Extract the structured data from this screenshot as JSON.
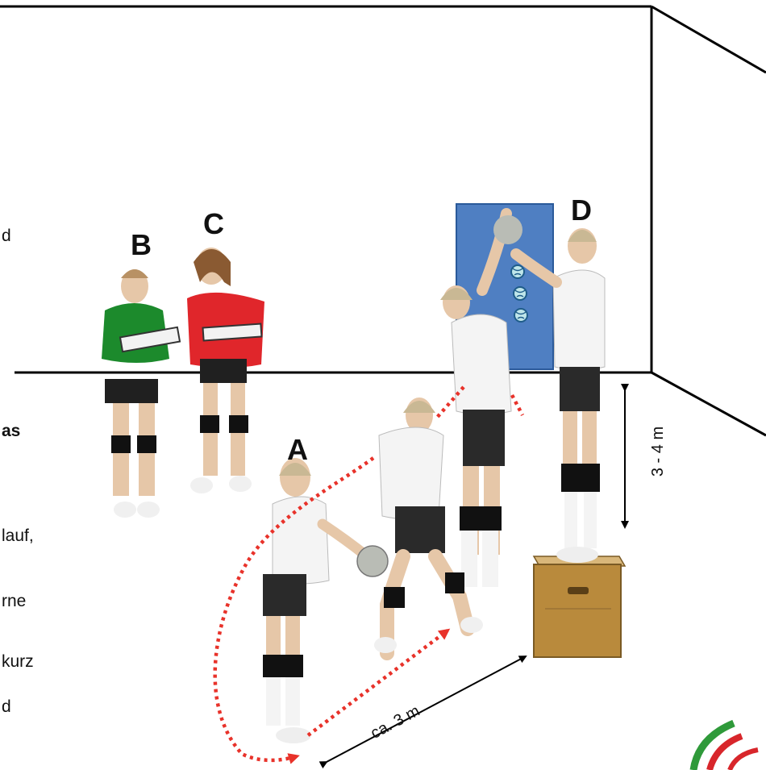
{
  "labels": {
    "a": "A",
    "b": "B",
    "c": "C",
    "d": "D"
  },
  "text_fragments": [
    "d",
    "as",
    "lauf,",
    "rne",
    "kurz",
    "d"
  ],
  "measurements": {
    "height_to_target": "3 - 4 m",
    "distance_to_box": "ca. 3  m"
  },
  "colors": {
    "target_board": "#4f7fc2",
    "run_path": "#e8322a",
    "shirt_b": "#1c8a2c",
    "shirt_c": "#e0262b",
    "box": "#b98a3c",
    "logo_green": "#2f9a3a",
    "logo_red": "#d8262b"
  },
  "icons": [
    "ball-icon",
    "box-icon",
    "logo-icon"
  ]
}
